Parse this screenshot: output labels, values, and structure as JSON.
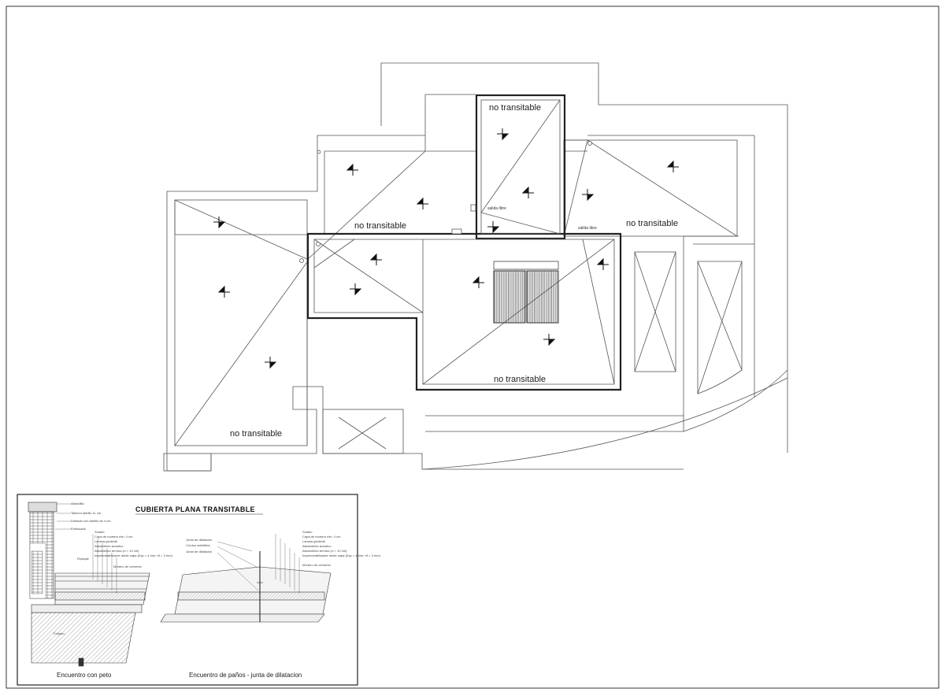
{
  "plan": {
    "labels": {
      "nt_tower": "no transitable",
      "nt_left": "no transitable",
      "nt_right": "no transitable",
      "nt_center": "no transitable",
      "nt_bottom_left": "no transitable",
      "salida_1": "salida libre",
      "salida_2": "salida libre"
    }
  },
  "detail": {
    "title": "CUBIERTA PLANA TRANSITABLE",
    "caption_left": "Encuentro con peto",
    "caption_right": "Encuentro de paños - junta de dilatacion",
    "left_notes": [
      "Albardilla",
      "Tabicón ladrillo 11 cm",
      "Doblado con ladrillo de 4 cm",
      "Enfoscado",
      "Solado",
      "Capa de mortero min. 4 cm",
      "Lamina geotextil",
      "Aislamiento acustico",
      "Aislamiento termico (e = 10 cm)",
      "Impermeabilizante doble capa (Esp = 4 mm; Irf = 3 mm)",
      "Mortero de cemento",
      "Rodapie"
    ],
    "left_fill": "Forjado",
    "middle_notes": [
      "Junta de dilatacion",
      "Cordon sellaNtes",
      "Junta de dilatacion"
    ],
    "right_notes": [
      "Solado",
      "Capa de mortero min. 4 cm",
      "Lamina geotextil",
      "Aislamiento acustico",
      "Aislamiento termico (e = 10 cm)",
      "Impermeabilizante doble capa (Esp = 4 mm; Irf = 3 mm)",
      "Mortero de cemento"
    ]
  }
}
